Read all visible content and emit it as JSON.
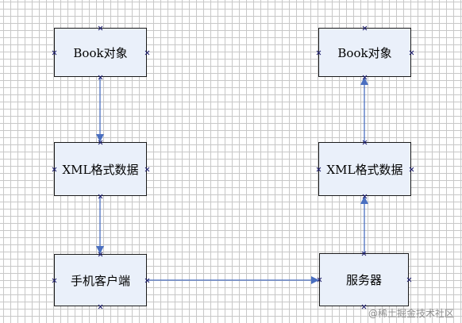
{
  "nodes": {
    "book_left": "Book对象",
    "xml_left": "XML格式数据",
    "client": "手机客户端",
    "book_right": "Book对象",
    "xml_right": "XML格式数据",
    "server": "服务器"
  },
  "colors": {
    "node_fill": "#eaf0fa",
    "node_border": "#1a1a1a",
    "connector": "#4a6fc0",
    "grid": "#c8c8c8",
    "handle": "#1b1b6b"
  },
  "watermark": "@稀土掘金技术社区"
}
